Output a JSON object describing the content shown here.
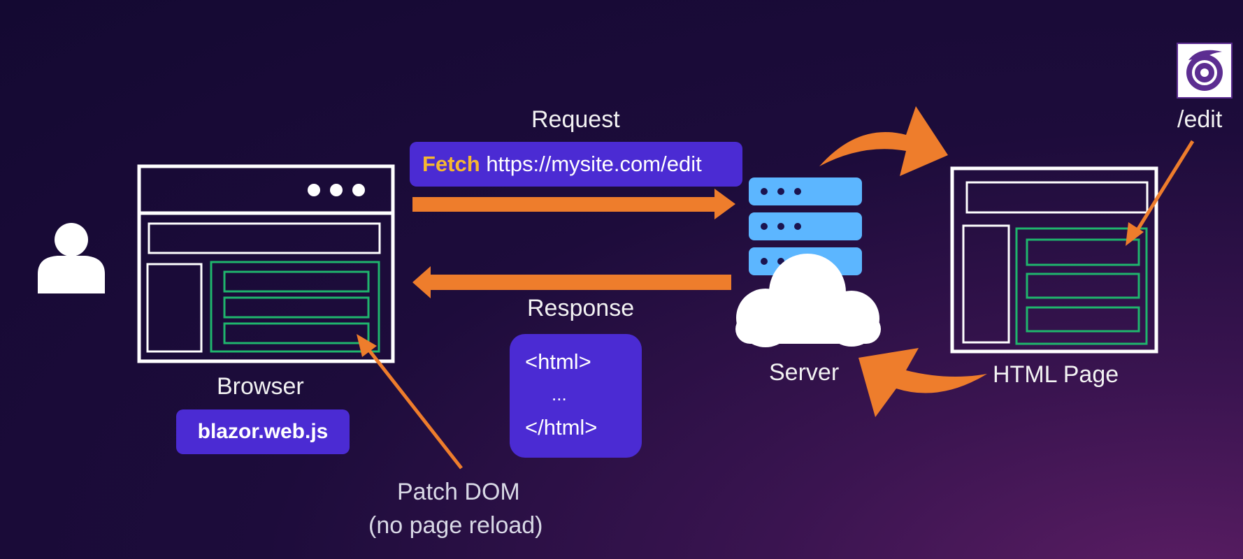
{
  "request": {
    "title": "Request",
    "verb": "Fetch",
    "url": "https://mysite.com/edit"
  },
  "response": {
    "title": "Response",
    "lines": [
      "<html>",
      "...",
      "</html>"
    ]
  },
  "browser": {
    "label": "Browser",
    "script": "blazor.web.js"
  },
  "server": {
    "label": "Server"
  },
  "html_page": {
    "label": "HTML Page",
    "route": "/edit"
  },
  "patch": {
    "line1": "Patch DOM",
    "line2": "(no page reload)"
  },
  "colors": {
    "accent_orange": "#ee7d2c",
    "pill_purple": "#4b2bd3",
    "fetch_yellow": "#f5b731",
    "server_blue": "#5cb6ff",
    "content_green": "#1fb56d"
  }
}
